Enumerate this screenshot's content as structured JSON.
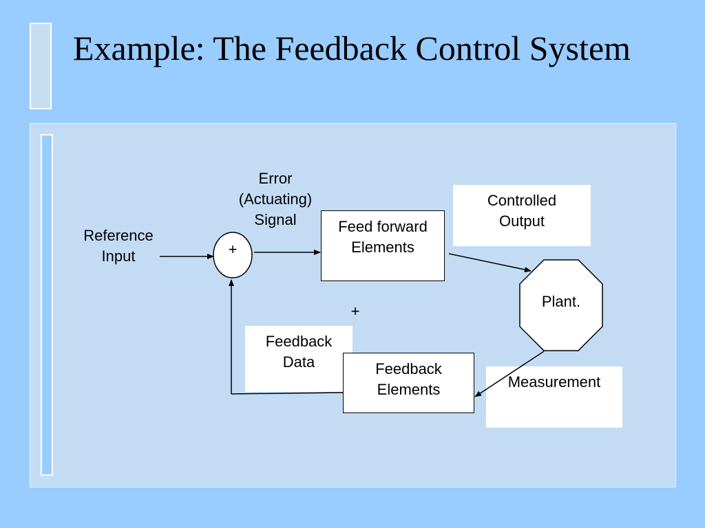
{
  "slide": {
    "title": "Example: The Feedback Control System"
  },
  "diagram": {
    "reference_input": "Reference\nInput",
    "summing_sign": "+",
    "error_signal": "Error\n(Actuating)\nSignal",
    "feed_forward": "Feed forward\nElements",
    "controlled_output": "Controlled\nOutput",
    "plant": "Plant.",
    "plus_sign": "+",
    "feedback_data": "Feedback\nData",
    "feedback_elements": "Feedback\nElements",
    "measurement": "Measurement"
  },
  "colors": {
    "background": "#99ccff",
    "panel": "#c3dcf4",
    "box_fill": "#ffffff",
    "line": "#000000"
  }
}
